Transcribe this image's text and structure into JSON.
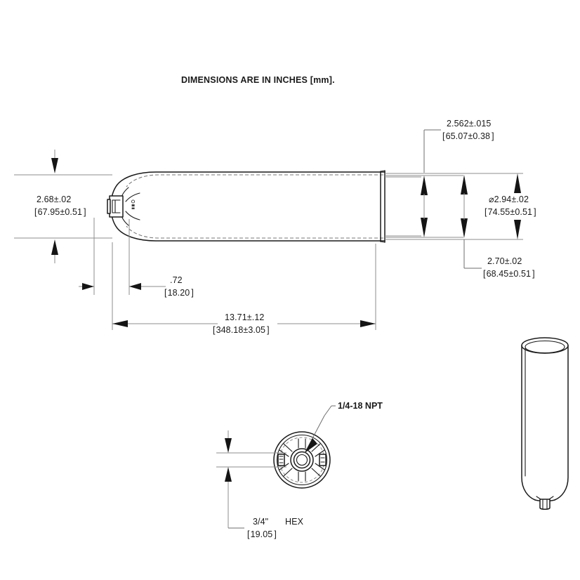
{
  "drawing": {
    "title": "DIMENSIONS ARE IN INCHES [mm].",
    "units_primary": "inches",
    "units_secondary": "mm"
  },
  "dimensions": {
    "body_diameter_left": {
      "name": "body-diameter-left",
      "inch": "2.68±.02",
      "mm": "67.95±0.51"
    },
    "collar_length": {
      "name": "collar-length",
      "inch": "2.562±.015",
      "mm": "65.07±0.38"
    },
    "outer_diameter": {
      "name": "outer-diameter",
      "inch": "⌀2.94±.02",
      "mm": "74.55±0.51"
    },
    "inner_diameter": {
      "name": "inner-diameter",
      "inch": "2.70±.02",
      "mm": "68.45±0.51"
    },
    "port_offset": {
      "name": "port-offset",
      "inch": ".72",
      "mm": "18.20"
    },
    "overall_length": {
      "name": "overall-length",
      "inch": "13.71±.12",
      "mm": "348.18±3.05"
    },
    "hex_size": {
      "name": "hex-size",
      "inch": "3/4\"",
      "inch_suffix": "HEX",
      "mm": "19.05"
    }
  },
  "callouts": {
    "thread_spec": {
      "name": "thread-spec",
      "label": "1/4-18 NPT"
    }
  },
  "views": {
    "side_view": {
      "name": "side-view",
      "description": "filter element side elevation"
    },
    "end_view": {
      "name": "end-view",
      "description": "end view showing hex port and radial spokes"
    },
    "iso_view": {
      "name": "iso-view",
      "description": "isometric view of open cylinder housing"
    }
  },
  "colors": {
    "line": "#1a1a1a",
    "dimension": "#8c8c8c",
    "hidden": "#7a7a7a",
    "background": "#ffffff"
  }
}
